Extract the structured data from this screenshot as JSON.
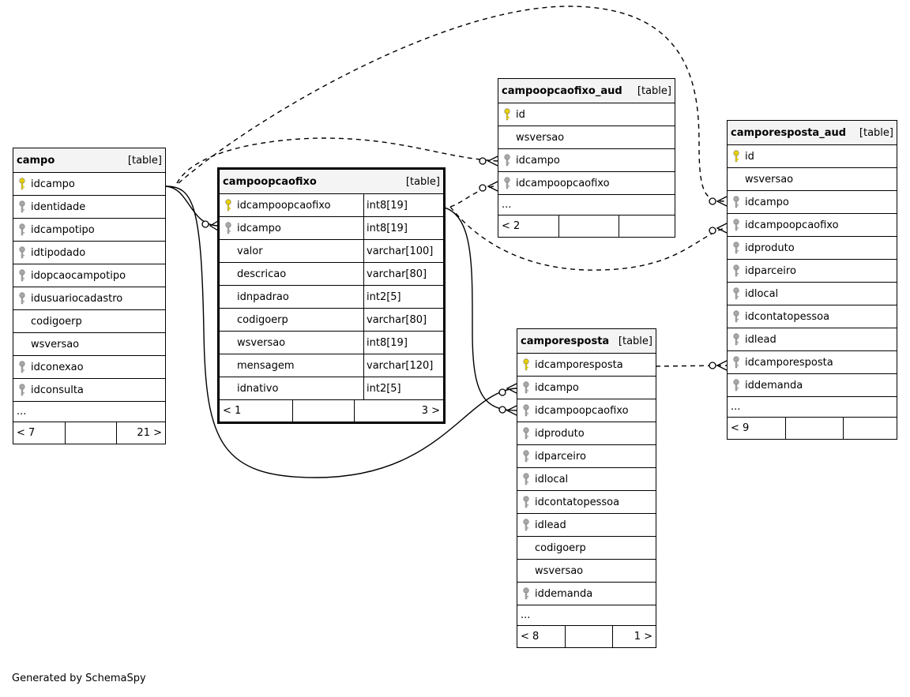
{
  "footer": "Generated by SchemaSpy",
  "colors": {
    "pk_key": "#e8d000",
    "fk_key": "#a8a8a8",
    "header_bg": "#f4f4f4"
  },
  "tables": {
    "campo": {
      "name": "campo",
      "type": "[table]",
      "rows": [
        {
          "name": "idcampo",
          "key": "pk"
        },
        {
          "name": "identidade",
          "key": "fk"
        },
        {
          "name": "idcampotipo",
          "key": "fk"
        },
        {
          "name": "idtipodado",
          "key": "fk"
        },
        {
          "name": "idopcaocampotipo",
          "key": "fk"
        },
        {
          "name": "idusuariocadastro",
          "key": "fk"
        },
        {
          "name": "codigoerp",
          "key": ""
        },
        {
          "name": "wsversao",
          "key": ""
        },
        {
          "name": "idconexao",
          "key": "fk"
        },
        {
          "name": "idconsulta",
          "key": "fk"
        }
      ],
      "ellipsis": "...",
      "footer": {
        "left": "< 7",
        "middle": "",
        "right": "21 >"
      }
    },
    "campoopcaofixo": {
      "name": "campoopcaofixo",
      "type": "[table]",
      "rows": [
        {
          "name": "idcampoopcaofixo",
          "key": "pk",
          "type": "int8[19]"
        },
        {
          "name": "idcampo",
          "key": "fk",
          "type": "int8[19]"
        },
        {
          "name": "valor",
          "key": "",
          "type": "varchar[100]"
        },
        {
          "name": "descricao",
          "key": "",
          "type": "varchar[80]"
        },
        {
          "name": "idnpadrao",
          "key": "",
          "type": "int2[5]"
        },
        {
          "name": "codigoerp",
          "key": "",
          "type": "varchar[80]"
        },
        {
          "name": "wsversao",
          "key": "",
          "type": "int8[19]"
        },
        {
          "name": "mensagem",
          "key": "",
          "type": "varchar[120]"
        },
        {
          "name": "idnativo",
          "key": "",
          "type": "int2[5]"
        }
      ],
      "footer": {
        "left": "< 1",
        "middle": "",
        "right": "3 >"
      }
    },
    "campoopcaofixo_aud": {
      "name": "campoopcaofixo_aud",
      "type": "[table]",
      "rows": [
        {
          "name": "id",
          "key": "pk"
        },
        {
          "name": "wsversao",
          "key": ""
        },
        {
          "name": "idcampo",
          "key": "fk"
        },
        {
          "name": "idcampoopcaofixo",
          "key": "fk"
        }
      ],
      "ellipsis": "...",
      "footer": {
        "left": "< 2",
        "middle": "",
        "right": ""
      }
    },
    "camporesposta_aud": {
      "name": "camporesposta_aud",
      "type": "[table]",
      "rows": [
        {
          "name": "id",
          "key": "pk"
        },
        {
          "name": "wsversao",
          "key": ""
        },
        {
          "name": "idcampo",
          "key": "fk"
        },
        {
          "name": "idcampoopcaofixo",
          "key": "fk"
        },
        {
          "name": "idproduto",
          "key": "fk"
        },
        {
          "name": "idparceiro",
          "key": "fk"
        },
        {
          "name": "idlocal",
          "key": "fk"
        },
        {
          "name": "idcontatopessoa",
          "key": "fk"
        },
        {
          "name": "idlead",
          "key": "fk"
        },
        {
          "name": "idcamporesposta",
          "key": "fk"
        },
        {
          "name": "iddemanda",
          "key": "fk"
        }
      ],
      "ellipsis": "...",
      "footer": {
        "left": "< 9",
        "middle": "",
        "right": ""
      }
    },
    "camporesposta": {
      "name": "camporesposta",
      "type": "[table]",
      "rows": [
        {
          "name": "idcamporesposta",
          "key": "pk"
        },
        {
          "name": "idcampo",
          "key": "fk"
        },
        {
          "name": "idcampoopcaofixo",
          "key": "fk"
        },
        {
          "name": "idproduto",
          "key": "fk"
        },
        {
          "name": "idparceiro",
          "key": "fk"
        },
        {
          "name": "idlocal",
          "key": "fk"
        },
        {
          "name": "idcontatopessoa",
          "key": "fk"
        },
        {
          "name": "idlead",
          "key": "fk"
        },
        {
          "name": "codigoerp",
          "key": ""
        },
        {
          "name": "wsversao",
          "key": ""
        },
        {
          "name": "iddemanda",
          "key": "fk"
        }
      ],
      "ellipsis": "...",
      "footer": {
        "left": "< 8",
        "middle": "",
        "right": "1 >"
      }
    }
  }
}
